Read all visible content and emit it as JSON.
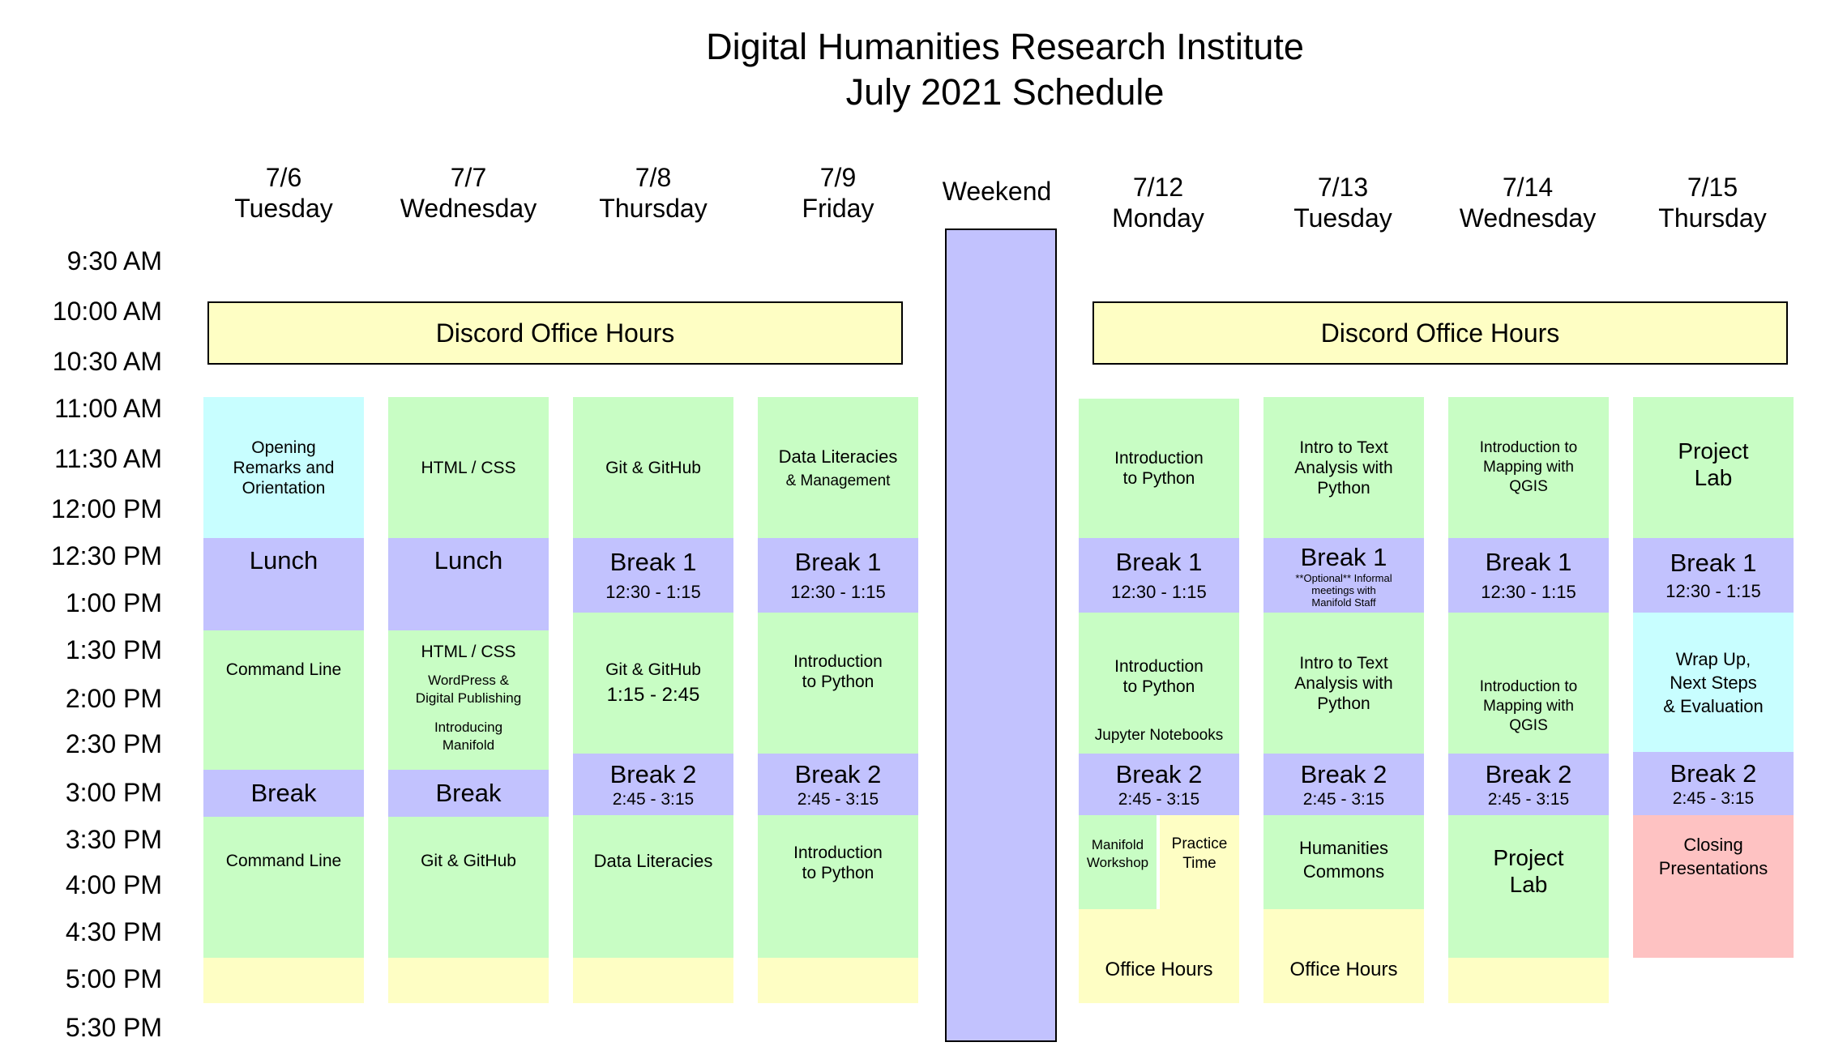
{
  "title": {
    "line1": "Digital Humanities Research Institute",
    "line2": "July 2021 Schedule"
  },
  "weekend_label": "Weekend",
  "days": [
    {
      "date": "7/6",
      "weekday": "Tuesday"
    },
    {
      "date": "7/7",
      "weekday": "Wednesday"
    },
    {
      "date": "7/8",
      "weekday": "Thursday"
    },
    {
      "date": "7/9",
      "weekday": "Friday"
    },
    {
      "date": "7/12",
      "weekday": "Monday"
    },
    {
      "date": "7/13",
      "weekday": "Tuesday"
    },
    {
      "date": "7/14",
      "weekday": "Wednesday"
    },
    {
      "date": "7/15",
      "weekday": "Thursday"
    }
  ],
  "times": [
    "9:30 AM",
    "10:00 AM",
    "10:30 AM",
    "11:00 AM",
    "11:30 AM",
    "12:00 PM",
    "12:30 PM",
    "1:00 PM",
    "1:30 PM",
    "2:00 PM",
    "2:30 PM",
    "3:00 PM",
    "3:30 PM",
    "4:00 PM",
    "4:30 PM",
    "5:00 PM",
    "5:30 PM"
  ],
  "office_hours_banner": "Discord Office Hours",
  "sessions": {
    "d1": {
      "s1": [
        "Opening",
        "Remarks and",
        "Orientation"
      ],
      "lunch": "Lunch",
      "s2": "Command Line",
      "break": "Break",
      "s3": "Command Line"
    },
    "d2": {
      "s1": "HTML / CSS",
      "lunch": "Lunch",
      "s2a": "HTML / CSS",
      "s2b": [
        "WordPress &",
        "Digital Publishing"
      ],
      "s2c": [
        "Introducing",
        "Manifold"
      ],
      "break": "Break",
      "s3": "Git & GitHub"
    },
    "d3": {
      "s1": "Git & GitHub",
      "break1": "Break 1",
      "break1_time": "12:30 - 1:15",
      "s2": "Git & GitHub",
      "s2_time": "1:15 - 2:45",
      "break2": "Break 2",
      "break2_time": "2:45 - 3:15",
      "s3": "Data Literacies"
    },
    "d4": {
      "s1a": "Data Literacies",
      "s1b": "& Management",
      "break1": "Break 1",
      "break1_time": "12:30 - 1:15",
      "s2": [
        "Introduction",
        "to Python"
      ],
      "break2": "Break 2",
      "break2_time": "2:45 - 3:15",
      "s3": [
        "Introduction",
        "to Python"
      ]
    },
    "d5": {
      "s1": [
        "Introduction",
        "to Python"
      ],
      "break1": "Break 1",
      "break1_time": "12:30 - 1:15",
      "s2": [
        "Introduction",
        "to Python"
      ],
      "s2_sub": "Jupyter Notebooks",
      "break2": "Break 2",
      "break2_time": "2:45 - 3:15",
      "s3a": [
        "Manifold",
        "Workshop"
      ],
      "s3b": [
        "Practice",
        "Time"
      ],
      "office": "Office Hours"
    },
    "d6": {
      "s1": [
        "Intro to Text",
        "Analysis with",
        "Python"
      ],
      "break1": "Break 1",
      "break1_note": [
        "**Optional** Informal",
        "meetings with",
        "Manifold Staff"
      ],
      "s2": [
        "Intro to Text",
        "Analysis with",
        "Python"
      ],
      "break2": "Break 2",
      "break2_time": "2:45 - 3:15",
      "s3": [
        "Humanities",
        "Commons"
      ],
      "office": "Office Hours"
    },
    "d7": {
      "s1": [
        "Introduction to",
        "Mapping with",
        "QGIS"
      ],
      "break1": "Break 1",
      "break1_time": "12:30 - 1:15",
      "s2": [
        "Introduction to",
        "Mapping with",
        "QGIS"
      ],
      "break2": "Break 2",
      "break2_time": "2:45 - 3:15",
      "s3": [
        "Project",
        "Lab"
      ]
    },
    "d8": {
      "s1": [
        "Project",
        "Lab"
      ],
      "break1": "Break 1",
      "break1_time": "12:30 - 1:15",
      "s2": [
        "Wrap Up,",
        "Next Steps",
        "& Evaluation"
      ],
      "break2": "Break 2",
      "break2_time": "2:45 - 3:15",
      "s3": [
        "Closing",
        "Presentations"
      ]
    }
  }
}
